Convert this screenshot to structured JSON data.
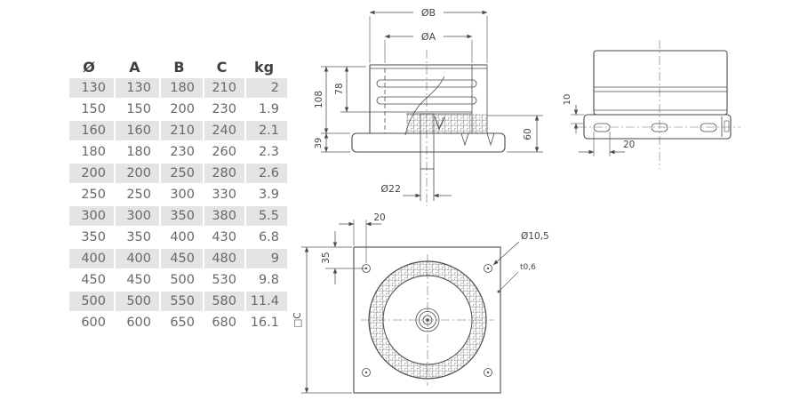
{
  "table": {
    "headers": [
      "Ø",
      "A",
      "B",
      "C",
      "kg"
    ],
    "rows": [
      [
        "130",
        "130",
        "180",
        "210",
        "2"
      ],
      [
        "150",
        "150",
        "200",
        "230",
        "1.9"
      ],
      [
        "160",
        "160",
        "210",
        "240",
        "2.1"
      ],
      [
        "180",
        "180",
        "230",
        "260",
        "2.3"
      ],
      [
        "200",
        "200",
        "250",
        "280",
        "2.6"
      ],
      [
        "250",
        "250",
        "300",
        "330",
        "3.9"
      ],
      [
        "300",
        "300",
        "350",
        "380",
        "5.5"
      ],
      [
        "350",
        "350",
        "400",
        "430",
        "6.8"
      ],
      [
        "400",
        "400",
        "450",
        "480",
        "9"
      ],
      [
        "450",
        "450",
        "500",
        "530",
        "9.8"
      ],
      [
        "500",
        "500",
        "550",
        "580",
        "11.4"
      ],
      [
        "600",
        "600",
        "650",
        "680",
        "16.1"
      ]
    ]
  },
  "drawings": {
    "section_view": {
      "outer_diameter_label": "ØB",
      "inner_diameter_label": "ØA",
      "total_height_label": "108",
      "inner_height_label": "78",
      "flange_height_label": "39",
      "right_height_label": "60",
      "drain_diameter_label": "Ø22"
    },
    "side_view": {
      "plate_offset_label": "10",
      "slot_length_label": "20"
    },
    "plan_view": {
      "hole_offset_x_label": "20",
      "hole_offset_y_label": "35",
      "plate_size_label": "□C",
      "hole_diameter_label": "Ø10,5",
      "thickness_label": "t0,6"
    }
  },
  "colors": {
    "row_shade": "#e4e4e4",
    "drawing_line": "#4a4a4a",
    "table_text": "#686868",
    "tube_fill": "#d8d8d8"
  }
}
